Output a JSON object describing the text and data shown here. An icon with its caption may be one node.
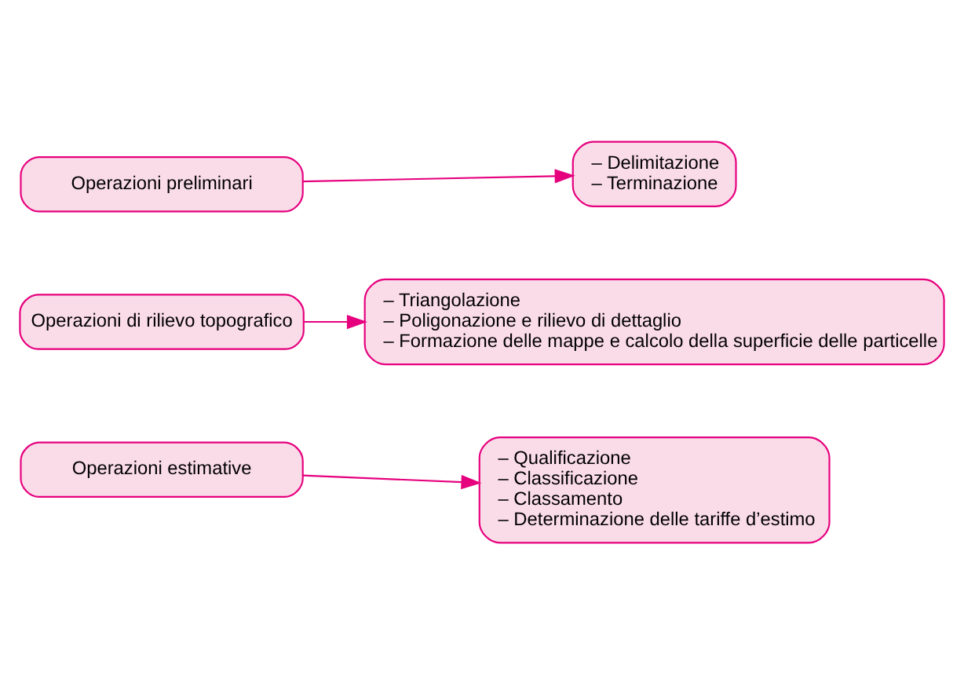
{
  "diagram": {
    "nodes": [
      {
        "text": [
          "Operazioni preliminari"
        ]
      },
      {
        "text": [
          "– Delimitazione",
          "– Terminazione"
        ]
      },
      {
        "text": [
          "Operazioni di rilievo topografico"
        ]
      },
      {
        "text": [
          "– Triangolazione",
          "– Poligonazione e rilievo di dettaglio",
          "– Formazione delle mappe e calcolo della superficie delle particelle"
        ]
      },
      {
        "text": [
          "Operazioni estimative"
        ]
      },
      {
        "text": [
          "– Qualificazione",
          "– Classificazione",
          "– Classamento",
          "– Determinazione delle tariffe d’estimo"
        ]
      }
    ],
    "edges": [
      {
        "from": 0,
        "to": 1,
        "arrow": "to"
      },
      {
        "from": 2,
        "to": 3,
        "arrow": "to"
      },
      {
        "from": 4,
        "to": 5,
        "arrow": "to"
      }
    ]
  }
}
